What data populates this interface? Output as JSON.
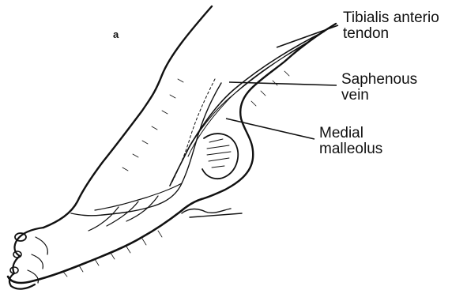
{
  "colors": {
    "ink": "#111111",
    "background": "#ffffff"
  },
  "panel_letter": "a",
  "labels": {
    "tibialis_anterior": {
      "line1": "Tibialis anterio",
      "line2": "tendon"
    },
    "saphenous_vein": {
      "line1": "Saphenous",
      "line2": "vein"
    },
    "medial_malleolus": {
      "line1": "Medial",
      "line2": "malleolus"
    }
  },
  "icons": [
    "foot-ankle-illustration",
    "leader-line"
  ]
}
